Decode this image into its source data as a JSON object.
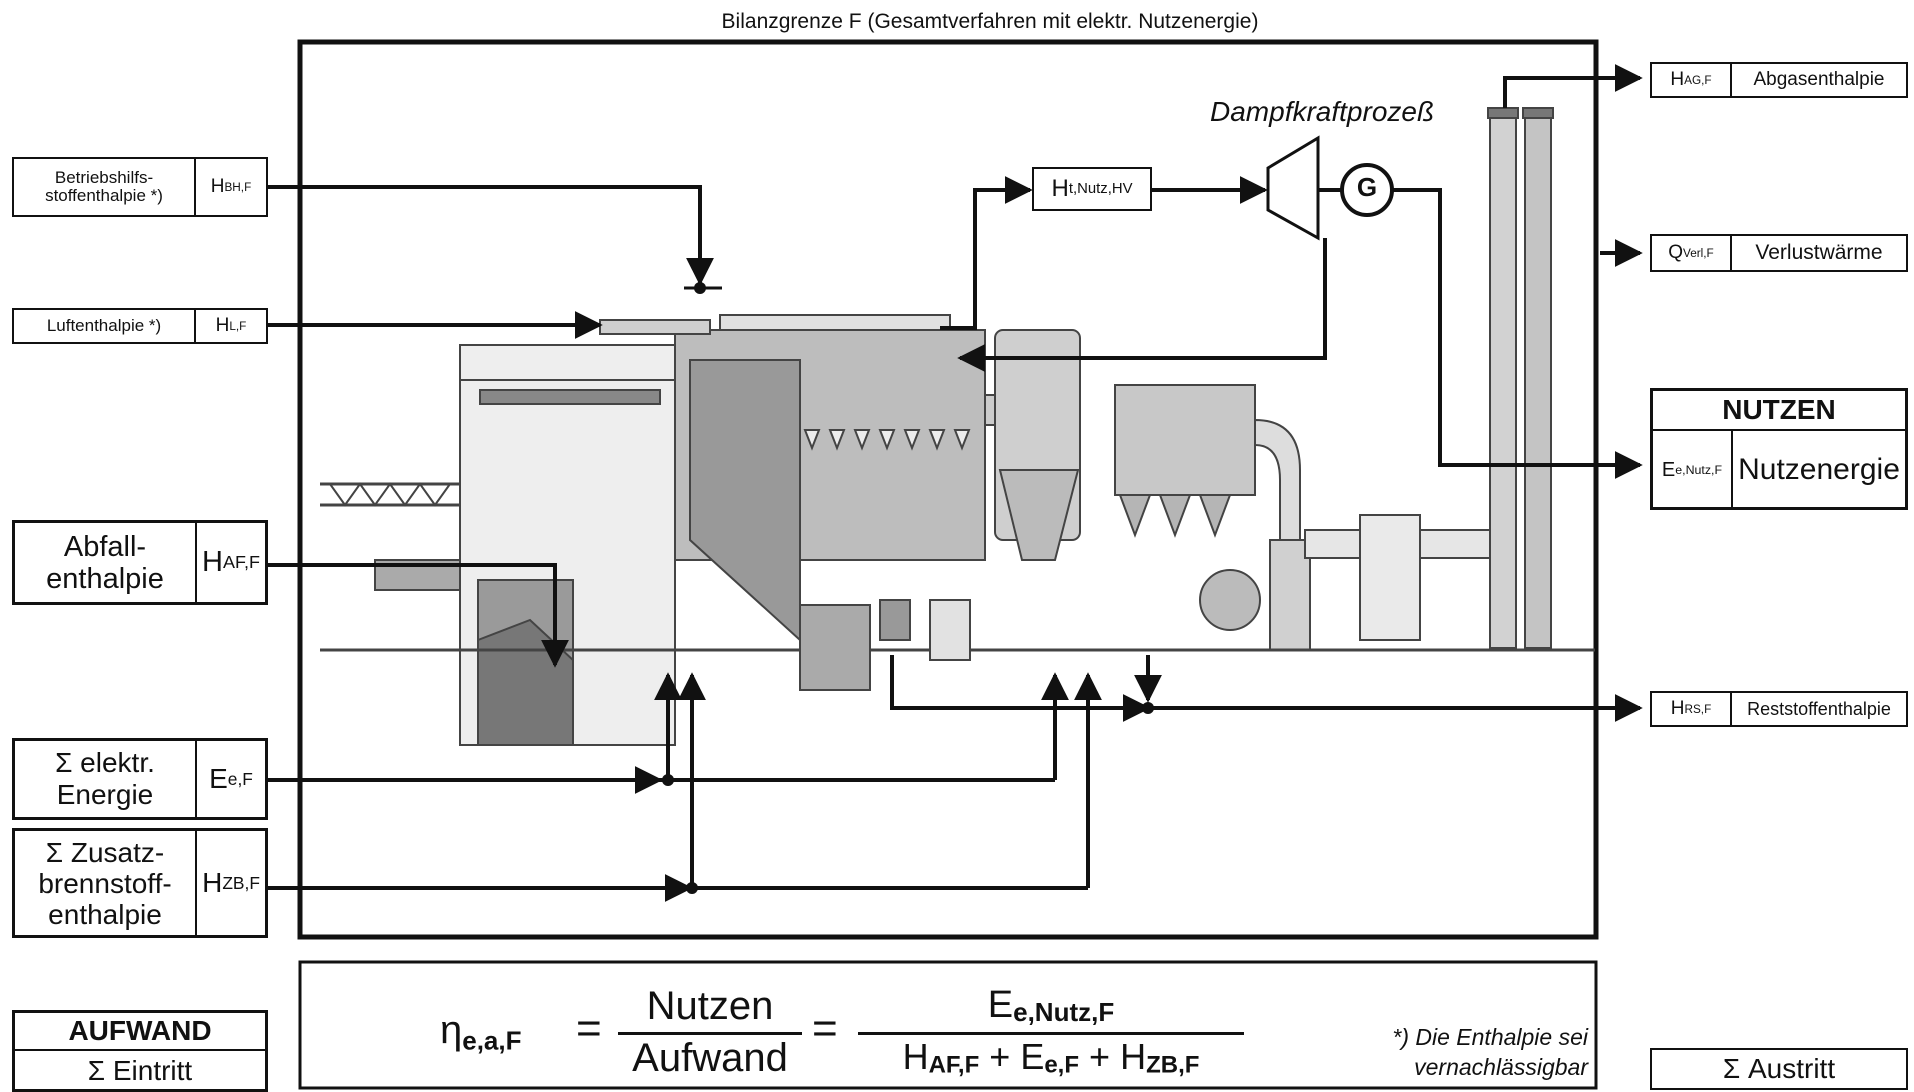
{
  "title": "Bilanzgrenze F (Gesamtverfahren mit elektr. Nutzenergie)",
  "process_label": "Dampfkraftprozeß",
  "generator_label": "G",
  "inputs": {
    "betriebshilfsstoff": {
      "label": "Betriebshilfs-\nstoffenthalpie *)",
      "sym": "H",
      "sub": "BH,F"
    },
    "luft": {
      "label": "Luftenthalpie *)",
      "sym": "H",
      "sub": "L,F"
    },
    "abfall": {
      "label": "Abfall-\nenthalpie",
      "sym": "H",
      "sub": "AF,F"
    },
    "energie": {
      "label": "Σ elektr.\nEnergie",
      "sym": "E",
      "sub": "e,F"
    },
    "zusatz": {
      "label": "Σ Zusatz-\nbrennstoff-\nenthalpie",
      "sym": "H",
      "sub": "ZB,F"
    }
  },
  "hnutz": {
    "sym": "H",
    "sub": "t,Nutz,HV"
  },
  "outputs": {
    "abgas": {
      "sym": "H",
      "sub": "AG,F",
      "label": "Abgasenthalpie"
    },
    "verlust": {
      "sym": "Q",
      "sub": "Verl,F",
      "label": "Verlustwärme"
    },
    "nutzen_header": "NUTZEN",
    "nutz": {
      "sym": "E",
      "sub": "e,Nutz,F",
      "label": "Nutzenergie"
    },
    "reststoff": {
      "sym": "H",
      "sub": "RS,F",
      "label": "Reststoffenthalpie"
    }
  },
  "aufwand": {
    "header": "AUFWAND",
    "sum": "Σ Eintritt"
  },
  "austritt": "Σ Austritt",
  "formula": {
    "eta": "η",
    "eta_sub": "e,a,F",
    "eq": "=",
    "num1": "Nutzen",
    "den1": "Aufwand",
    "num2_sym": "E",
    "num2_sub": "e,Nutz,F",
    "den2_t1_sym": "H",
    "den2_t1_sub": "AF,F",
    "plus": "+",
    "den2_t2_sym": "E",
    "den2_t2_sub": "e,F",
    "den2_t3_sym": "H",
    "den2_t3_sub": "ZB,F"
  },
  "footnote": "*) Die Enthalpie sei\nvernachlässigbar"
}
